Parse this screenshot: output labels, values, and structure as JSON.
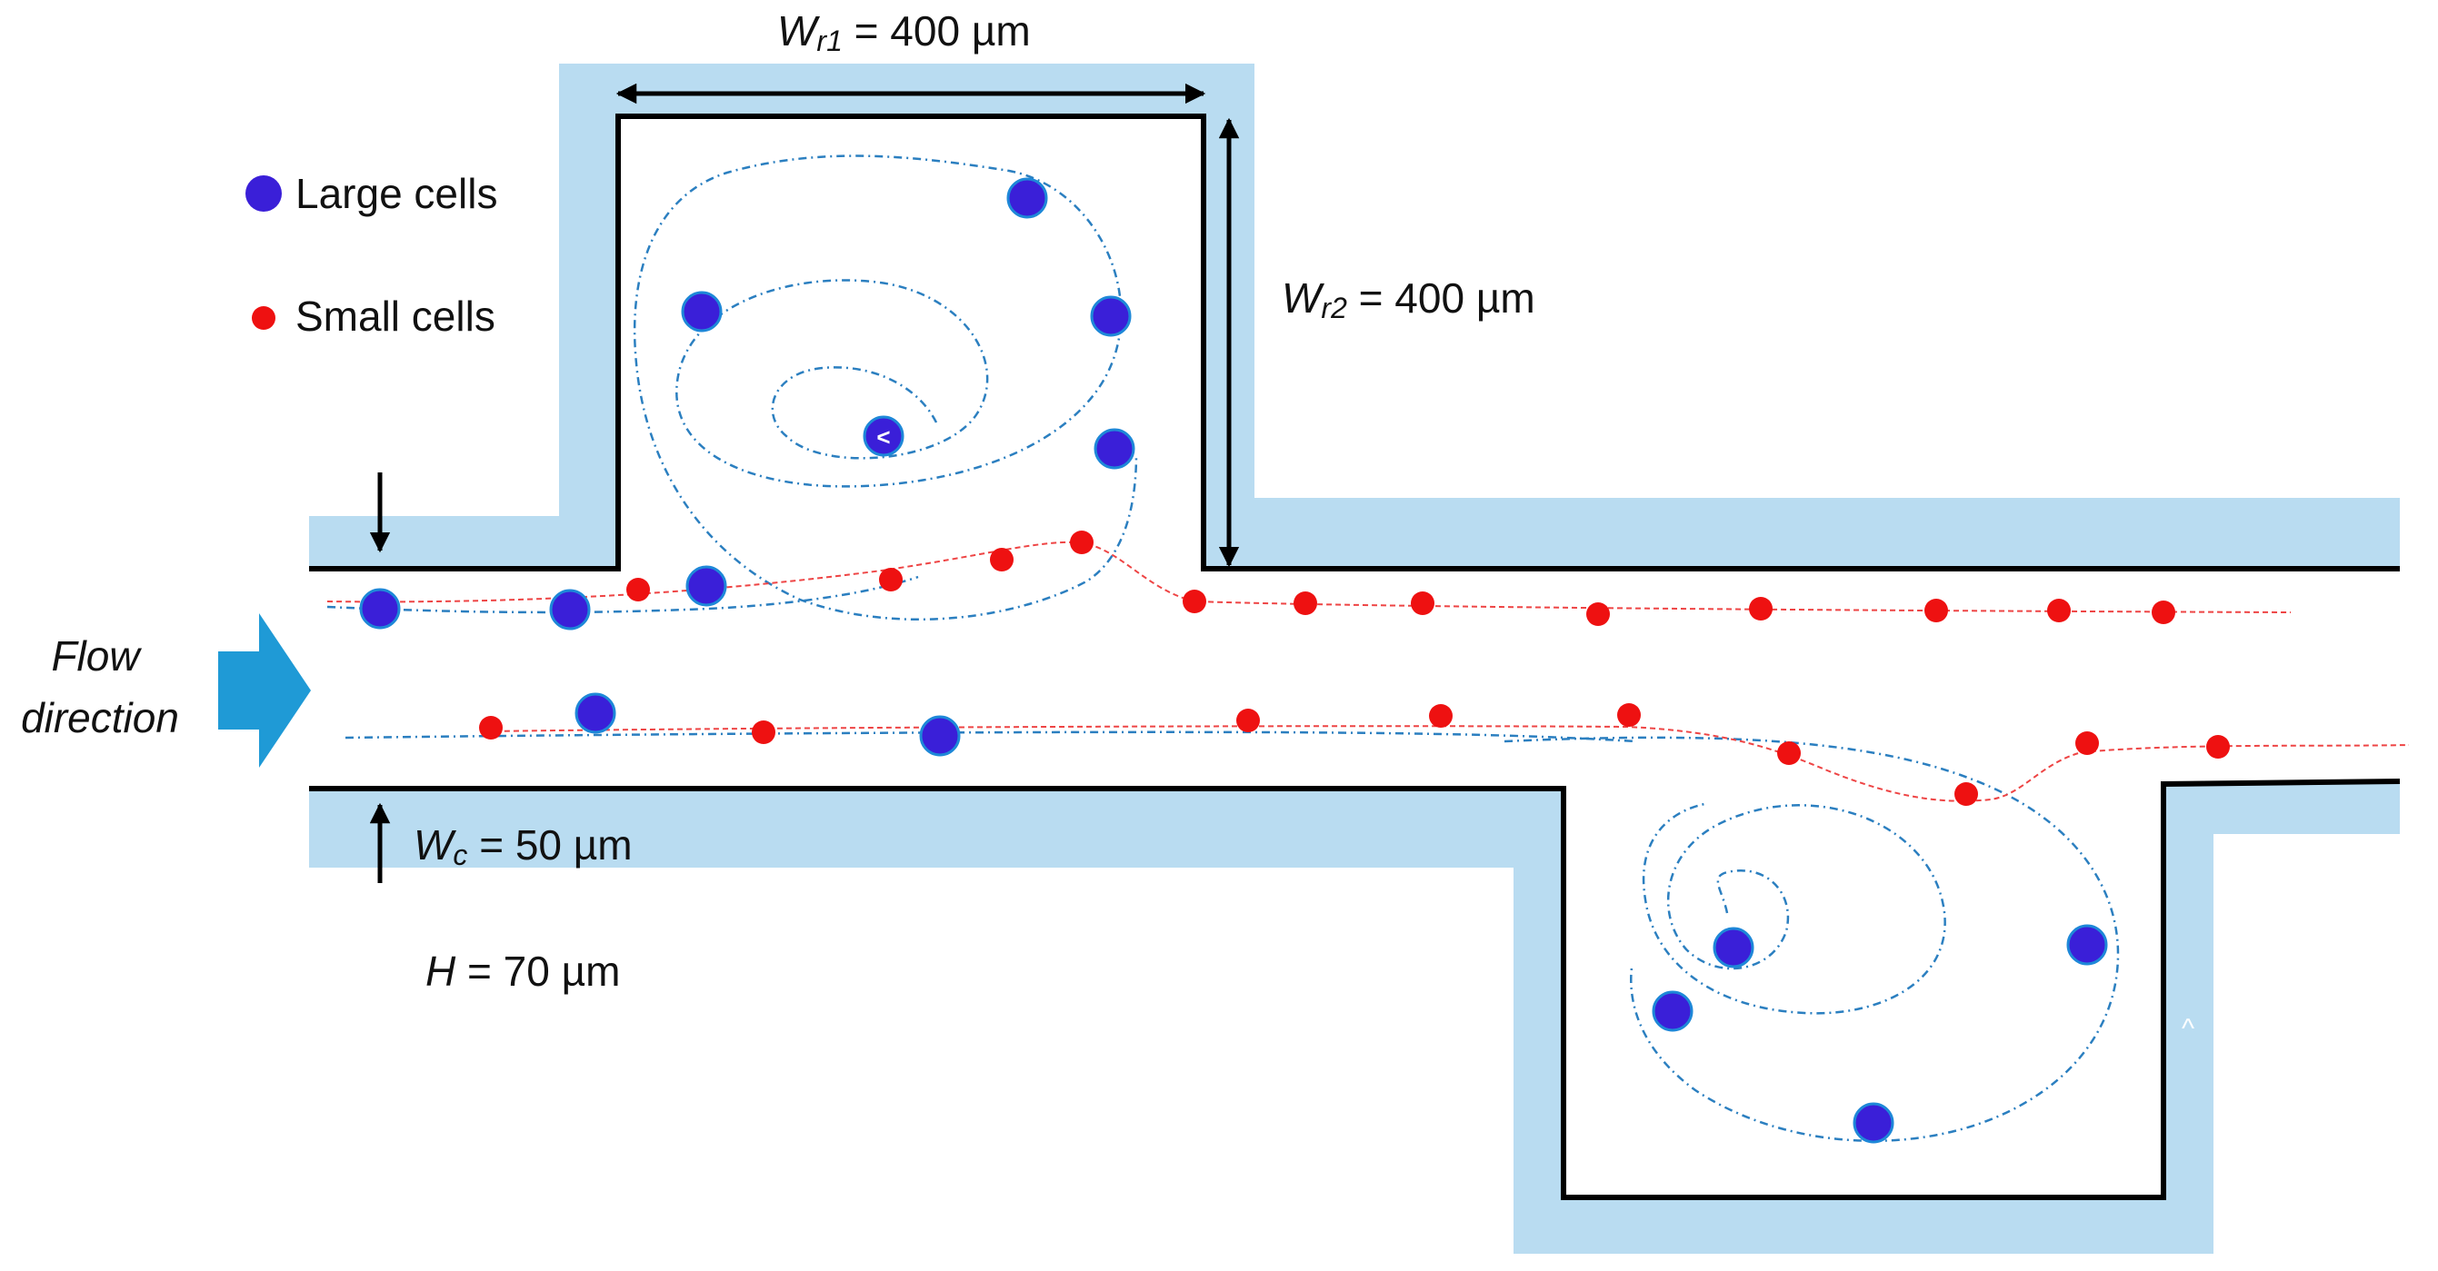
{
  "legend": {
    "large_cells": "Large cells",
    "small_cells": "Small cells"
  },
  "flow": {
    "line1": "Flow",
    "line2": "direction"
  },
  "dimensions": {
    "wr1": {
      "symbol": "W",
      "sub": "r1",
      "value": " = 400 µm"
    },
    "wr2": {
      "symbol": "W",
      "sub": "r2",
      "value": " = 400 µm"
    },
    "wc": {
      "symbol": "W",
      "sub": "c",
      "value": " = 50 µm"
    },
    "h": {
      "symbol": "H",
      "value": " = 70 µm"
    }
  },
  "colors": {
    "wall_fill": "#b9dcf1",
    "channel_line": "#000000",
    "large_cell": "#3a1fd8",
    "large_cell_edge": "#1e88d8",
    "small_cell": "#ee1111",
    "large_path": "#2b7fc0",
    "small_path": "#ee4444",
    "flow_arrow": "#1f9ad6"
  },
  "icons": {
    "flow_arrow": "right-arrow-icon",
    "dimension_arrow": "double-arrow-icon",
    "marker_arrow": "arrow-icon"
  },
  "markers": {
    "upper_chamber_center": "<",
    "lower_chamber_side": "^"
  }
}
